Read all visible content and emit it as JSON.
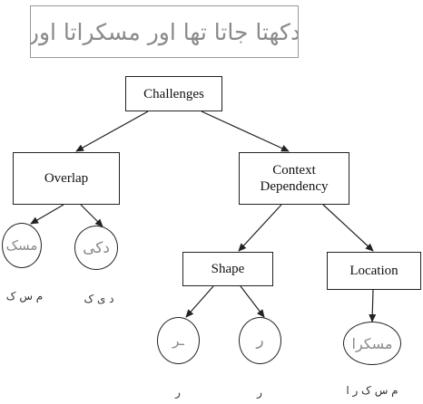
{
  "banner": {
    "text": "دکھتا جاتا تھا اور مسکراتا اور"
  },
  "root": {
    "label": "Challenges"
  },
  "overlap": {
    "label": "Overlap",
    "left": {
      "glyph": "مسک",
      "caption": "م س ک"
    },
    "right": {
      "glyph": "دکی",
      "caption": "د ی ک"
    }
  },
  "context": {
    "label_line1": "Context",
    "label_line2": "Dependency",
    "shape": {
      "label": "Shape",
      "left": {
        "glyph": "ـر",
        "caption": "ر"
      },
      "right": {
        "glyph": "ر",
        "caption": "ر"
      }
    },
    "location": {
      "label": "Location",
      "child": {
        "glyph": "مسکرا",
        "caption": "م س ک ر ا"
      }
    }
  }
}
